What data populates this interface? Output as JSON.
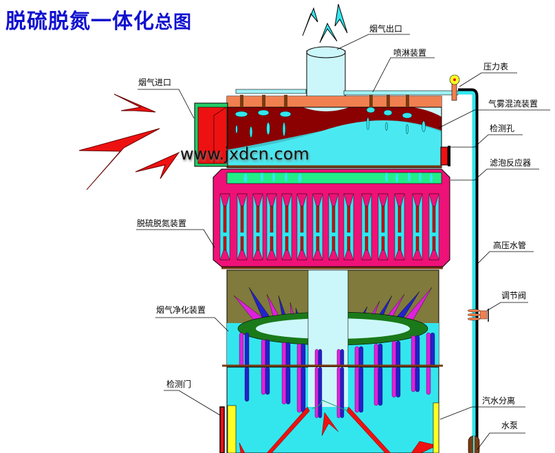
{
  "title": {
    "main": "脱硫脱氮一体化",
    "suffix": "总图"
  },
  "watermark": "www.jxdcn.com",
  "labels": {
    "flue_gas_outlet": "烟气出口",
    "spray_device": "喷淋装置",
    "pressure_gauge": "压力表",
    "gas_mist_mixing_device": "气雾混流装置",
    "flue_gas_inlet": "烟气进口",
    "inspection_hole": "检测孔",
    "foam_filter_reactor": "滤泡反应器",
    "desulfurization_denitrification_device": "脱硫脱氮装置",
    "high_pressure_water_pipe": "高压水管",
    "flue_gas_purification_device": "烟气净化装置",
    "regulating_valve": "调节阀",
    "inspection_door": "检测门",
    "steam_water_separation": "汽水分离",
    "water_pump": "水泵"
  },
  "colors": {
    "title": "#1010d0",
    "cyan": "#33e6ee",
    "light_cyan": "#ccf7fa",
    "dark_red": "#8b0000",
    "orange": "#f08050",
    "magenta": "#ee1177",
    "green": "#22ee88",
    "olive": "#807a3c",
    "dark_green": "#1a7a1a",
    "red": "#ee1111",
    "purple": "#dd22dd",
    "blue": "#2222cc",
    "yellow": "#ffff22",
    "brown": "#7a3a10"
  }
}
